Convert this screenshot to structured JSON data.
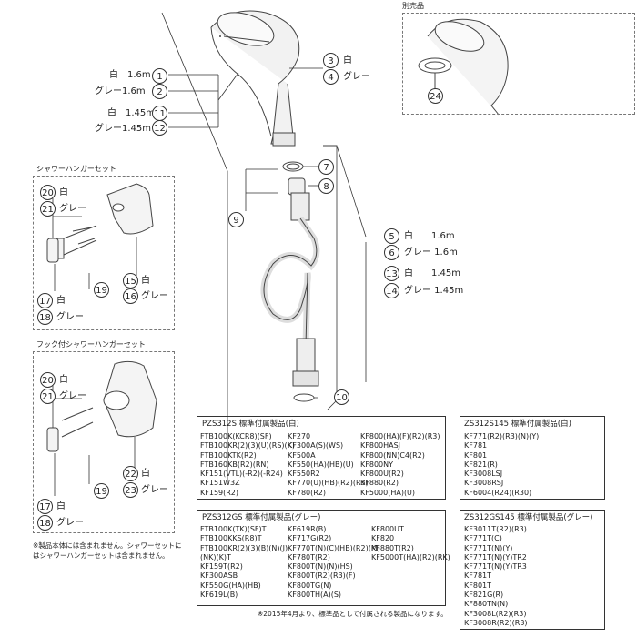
{
  "labels": {
    "separate_item": "別売品",
    "hanger_set": "シャワーハンガーセット",
    "hook_hanger_set": "フック付シャワーハンガーセット",
    "footnote_body": "※製品本体には含まれません。シャワーセットにはシャワーハンガーセットは含まれません。",
    "footnote_bottom": "※2015年4月より、標準品として付属される製品になります。"
  },
  "callouts": {
    "n1": "1",
    "n2": "2",
    "n11": "11",
    "n12": "12",
    "n3": "3",
    "n4": "4",
    "n5": "5",
    "n6": "6",
    "n7": "7",
    "n8": "8",
    "n9": "9",
    "n10": "10",
    "n13": "13",
    "n14": "14",
    "n15": "15",
    "n16": "16",
    "n17": "17",
    "n18": "18",
    "n19": "19",
    "n20": "20",
    "n21": "21",
    "n22": "22",
    "n23": "23",
    "n24": "24"
  },
  "texts": {
    "white_16": "白　1.6m",
    "gray_16": "グレー1.6m",
    "white_145": "白　1.45m",
    "gray_145": "グレー1.45m",
    "white": "白",
    "gray": "グレー",
    "hose_white_16": "白　　1.6m",
    "hose_gray_16": "グレー 1.6m",
    "hose_white_145": "白　　1.45m",
    "hose_gray_145": "グレー 1.45m"
  },
  "tables": {
    "pzs312s": {
      "title": "PZS312S 標準付属製品(白)",
      "col1": [
        "FTB100K(KCR8)(SF)",
        "FTB100KR(2)(3)(U)(RS)(K)",
        "FTB100KTK(R2)",
        "FTB160KB(R2)(RN)",
        "KF151(VTL)(-R2)(-R24)",
        "KF151W3Z",
        "KF159(R2)"
      ],
      "col2": [
        "KF270",
        "KF300A(S)(WS)",
        "KF500A",
        "KF550(HA)(HB)(U)",
        "KF550R2",
        "KF770(U)(HB)(R2)(R3)",
        "KF780(R2)"
      ],
      "col3": [
        "KF800(HA)(F)(R2)(R3)",
        "KF800HASJ",
        "KF800(NN)C4(R2)",
        "KF800NY",
        "KF800U(R2)",
        "KF880(R2)",
        "KF5000(HA)(U)"
      ]
    },
    "pzs312gs": {
      "title": "PZS312GS 標準付属製品(グレー)",
      "col1": [
        "FTB100K(TK)(SF)T",
        "FTB100KKS(R8)T",
        "FTB100KR(2)(3)(B)(N)(J)",
        "(NK)(K)T",
        "KF159T(R2)",
        "KF300ASB",
        "KF550G(HA)(HB)",
        "KF619L(B)"
      ],
      "col2": [
        "KF619R(B)",
        "KF717G(R2)",
        "KF770T(N)(C)(HB)(R2)(M)",
        "KF780T(R2)",
        "KF800T(N)(N)(HS)",
        "KF800T(R2)(R3)(F)",
        "KF800TG(N)",
        "KF800TH(A)(S)"
      ],
      "col3": [
        "KF800UT",
        "KF820",
        "KF880T(R2)",
        "KF5000T(HA)(R2)(RK)"
      ]
    },
    "zs312s145": {
      "title": "ZS312S145 標準付属製品(白)",
      "items": [
        "KF771(R2)(R3)(N)(Y)",
        "KF781",
        "KF801",
        "KF821(R)",
        "KF3008LSJ",
        "KF3008RSJ",
        "KF6004(R24)(R30)"
      ]
    },
    "zs312gs145": {
      "title": "ZS312GS145 標準付属製品(グレー)",
      "items": [
        "KF3011T(R2)(R3)",
        "KF771T(C)",
        "KF771T(N)(Y)",
        "KF771T(N)(Y)TR2",
        "KF771T(N)(Y)TR3",
        "KF781T",
        "KF801T",
        "KF821G(R)",
        "KF880TN(N)",
        "KF3008L(R2)(R3)",
        "KF3008R(R2)(R3)"
      ]
    }
  }
}
